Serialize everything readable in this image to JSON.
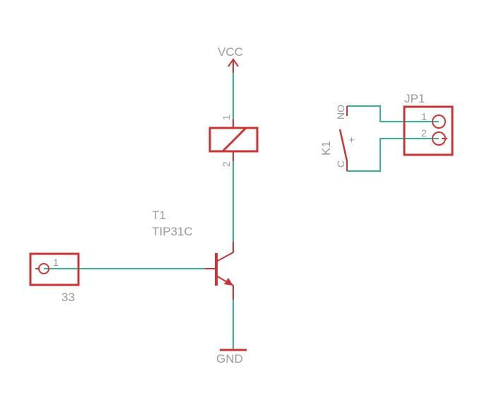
{
  "schematic": {
    "colors": {
      "part": "#cc3333",
      "wire": "#33b58f",
      "label": "#9a9a9a"
    },
    "power": {
      "vcc_label": "VCC",
      "gnd_label": "GND"
    },
    "relay_coil": {
      "pin1": "1",
      "pin2": "2"
    },
    "transistor": {
      "name": "T1",
      "value": "TIP31C"
    },
    "input_connector": {
      "pin": "1",
      "value": "33"
    },
    "relay_contact": {
      "name": "K1",
      "no_label": "NO",
      "c_label": "C"
    },
    "jumper": {
      "name": "JP1",
      "pin1": "1",
      "pin2": "2"
    }
  }
}
